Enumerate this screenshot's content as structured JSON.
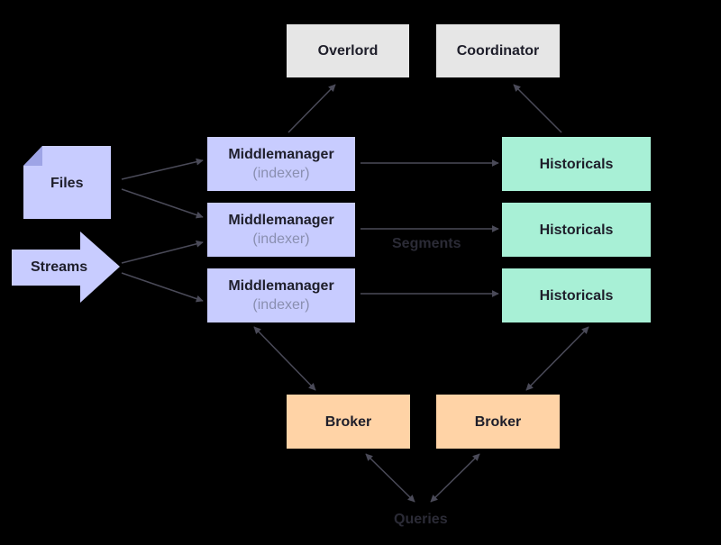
{
  "overlord": "Overlord",
  "coordinator": "Coordinator",
  "files": "Files",
  "streams": "Streams",
  "middlemanagers": [
    {
      "title": "Middlemanager",
      "sub": "(indexer)"
    },
    {
      "title": "Middlemanager",
      "sub": "(indexer)"
    },
    {
      "title": "Middlemanager",
      "sub": "(indexer)"
    }
  ],
  "historicals": [
    "Historicals",
    "Historicals",
    "Historicals"
  ],
  "segments_label": "Segments",
  "brokers": [
    "Broker",
    "Broker"
  ],
  "queries_label": "Queries",
  "colors": {
    "background": "#000000",
    "control": "#e6e6e6",
    "ingest": "#c8ccff",
    "historical": "#a8f0d6",
    "broker": "#ffd3a6",
    "arrow": "#4a4a58"
  }
}
